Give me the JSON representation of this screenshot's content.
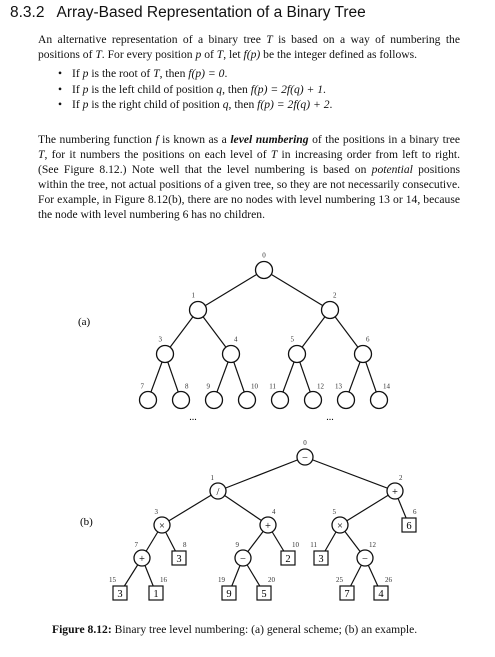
{
  "section": {
    "number": "8.3.2",
    "title": "Array-Based Representation of a Binary Tree"
  },
  "paragraph1": {
    "a": "An alternative representation of a binary tree ",
    "T1": "T",
    "b": " is based on a way of numbering the positions of ",
    "T2": "T",
    "c": ". For every position ",
    "p1": "p",
    "d": " of ",
    "T3": "T",
    "e": ", let ",
    "fp": "f(p)",
    "g": " be the integer defined as follows."
  },
  "bullets": [
    {
      "a": "If ",
      "p": "p",
      "b": " is the root of ",
      "T": "T",
      "c": ", then ",
      "eq": "f(p) = 0",
      "d": "."
    },
    {
      "a": "If ",
      "p": "p",
      "b": " is the left child of position ",
      "q": "q",
      "c": ", then ",
      "eq": "f(p) = 2f(q) + 1",
      "d": "."
    },
    {
      "a": "If ",
      "p": "p",
      "b": " is the right child of position ",
      "q": "q",
      "c": ", then ",
      "eq": "f(p) = 2f(q) + 2",
      "d": "."
    }
  ],
  "paragraph2": {
    "a": "The numbering function ",
    "f": "f",
    "b": " is known as a ",
    "term": "level numbering",
    "c": " of the positions in a binary tree ",
    "T1": "T",
    "d": ", for it numbers the positions on each level of ",
    "T2": "T",
    "e": " in increasing order from left to right. (See Figure 8.12.) Note well that the level numbering is based on ",
    "potential": "potential",
    "g": " positions within the tree, not actual positions of a given tree, so they are not necessarily consecutive. For example, in Figure 8.12(b), there are no nodes with level numbering 13 or 14, because the node with level numbering 6 has no children."
  },
  "figure": {
    "panel_a_label": "(a)",
    "panel_b_label": "(b)",
    "ellipsis": "...",
    "tree_a_numbers": [
      "0",
      "1",
      "2",
      "3",
      "4",
      "5",
      "6",
      "7",
      "8",
      "9",
      "10",
      "11",
      "12",
      "13",
      "14"
    ],
    "tree_b_nodes": [
      {
        "num": "0",
        "sym": "−",
        "kind": "op"
      },
      {
        "num": "1",
        "sym": "/",
        "kind": "op"
      },
      {
        "num": "2",
        "sym": "+",
        "kind": "op"
      },
      {
        "num": "3",
        "sym": "×",
        "kind": "op"
      },
      {
        "num": "4",
        "sym": "+",
        "kind": "op"
      },
      {
        "num": "5",
        "sym": "×",
        "kind": "op"
      },
      {
        "num": "6",
        "sym": "6",
        "kind": "leaf"
      },
      {
        "num": "7",
        "sym": "+",
        "kind": "op"
      },
      {
        "num": "8",
        "sym": "3",
        "kind": "leaf"
      },
      {
        "num": "9",
        "sym": "−",
        "kind": "op"
      },
      {
        "num": "10",
        "sym": "2",
        "kind": "leaf"
      },
      {
        "num": "11",
        "sym": "3",
        "kind": "leaf"
      },
      {
        "num": "12",
        "sym": "−",
        "kind": "op"
      },
      {
        "num": "15",
        "sym": "3",
        "kind": "leaf"
      },
      {
        "num": "16",
        "sym": "1",
        "kind": "leaf"
      },
      {
        "num": "19",
        "sym": "9",
        "kind": "leaf"
      },
      {
        "num": "20",
        "sym": "5",
        "kind": "leaf"
      },
      {
        "num": "25",
        "sym": "7",
        "kind": "leaf"
      },
      {
        "num": "26",
        "sym": "4",
        "kind": "leaf"
      }
    ]
  },
  "caption": {
    "label": "Figure 8.12:",
    "text": " Binary tree level numbering: (a) general scheme; (b) an example."
  }
}
